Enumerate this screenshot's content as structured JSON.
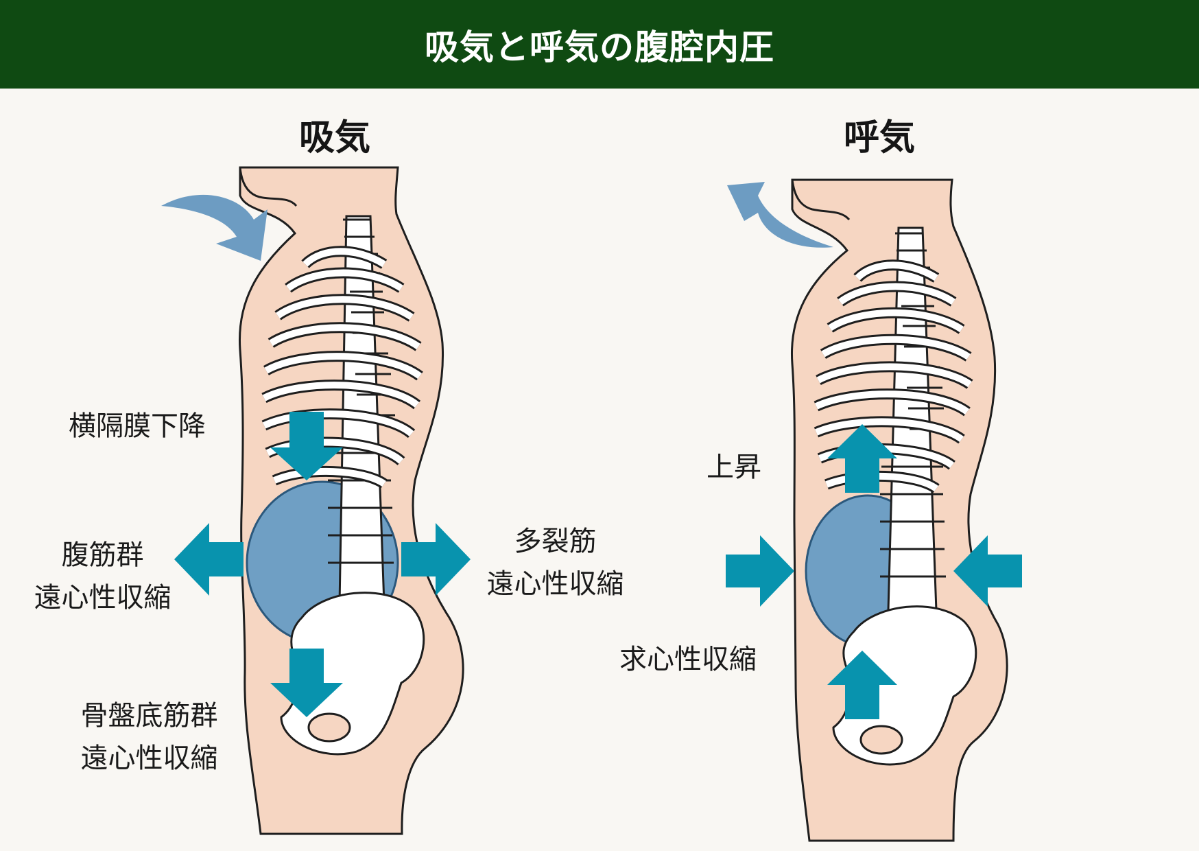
{
  "header": {
    "title": "吸気と呼気の腹腔内圧"
  },
  "inhale": {
    "title": "吸気",
    "labels": {
      "diaphragm": "横隔膜下降",
      "abdominal": [
        "腹筋群",
        "遠心性収縮"
      ],
      "multifidus": [
        "多裂筋",
        "遠心性収縮"
      ],
      "pelvic_floor": [
        "骨盤底筋群",
        "遠心性収縮"
      ]
    }
  },
  "exhale": {
    "title": "呼気",
    "labels": {
      "rise": "上昇",
      "concentric": "求心性収縮"
    }
  },
  "colors": {
    "header_bg": "#0f4a12",
    "skin": "#f6d6c2",
    "outline": "#1e1e1e",
    "bone": "#ffffff",
    "abdominal_cavity": "#6f9fc4",
    "arrow_teal": "#0893ae",
    "breath_arrow": "#6d9cc2"
  }
}
